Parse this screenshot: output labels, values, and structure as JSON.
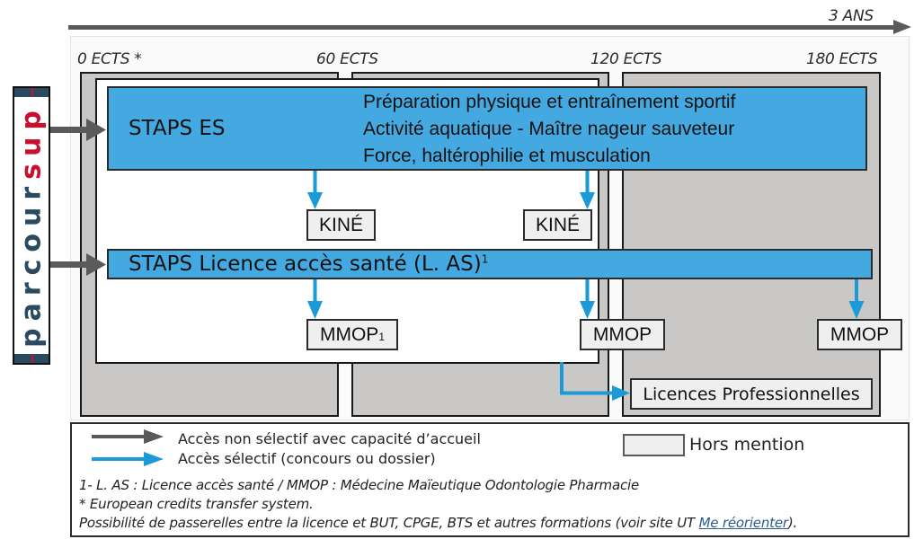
{
  "timeline": {
    "duration_label": "3 ANS"
  },
  "ects_labels": [
    "0 ECTS *",
    "60 ECTS",
    "120 ECTS",
    "180 ECTS"
  ],
  "parcoursup": {
    "part1": "parcour",
    "part2": "sup"
  },
  "staps_es": {
    "title": "STAPS ES",
    "specialties": [
      "Préparation physique et entraînement sportif",
      "Activité aquatique - Maître nageur sauveteur",
      "Force, haltérophilie et musculation"
    ]
  },
  "staps_las": {
    "title": "STAPS Licence accès santé (L. AS)",
    "footnote_mark": "1"
  },
  "outcomes": {
    "kine_1": "KINÉ",
    "kine_2": "KINÉ",
    "mmop_1": "MMOP",
    "mmop_1_mark": "1",
    "mmop_2": "MMOP",
    "mmop_3": "MMOP",
    "licences_pro": "Licences Professionnelles"
  },
  "legend": {
    "non_selective": "Accès non sélectif avec capacité d’accueil",
    "selective": "Accès sélectif (concours ou dossier)",
    "hors_mention": "Hors mention",
    "colors": {
      "non_selective": "#5a5a5a",
      "selective": "#1a9ad6",
      "hors_mention": "#efefef"
    }
  },
  "notes": {
    "line1": "1- L. AS : Licence accès santé / MMOP : Médecine Maïeutique Odontologie Pharmacie",
    "line2": "* European credits transfer system.",
    "line3_prefix": "Possibilité de passerelles entre la licence et BUT, CPGE, BTS et autres formations (voir site UT ",
    "line3_link": "Me réorienter",
    "line3_suffix": ")."
  }
}
